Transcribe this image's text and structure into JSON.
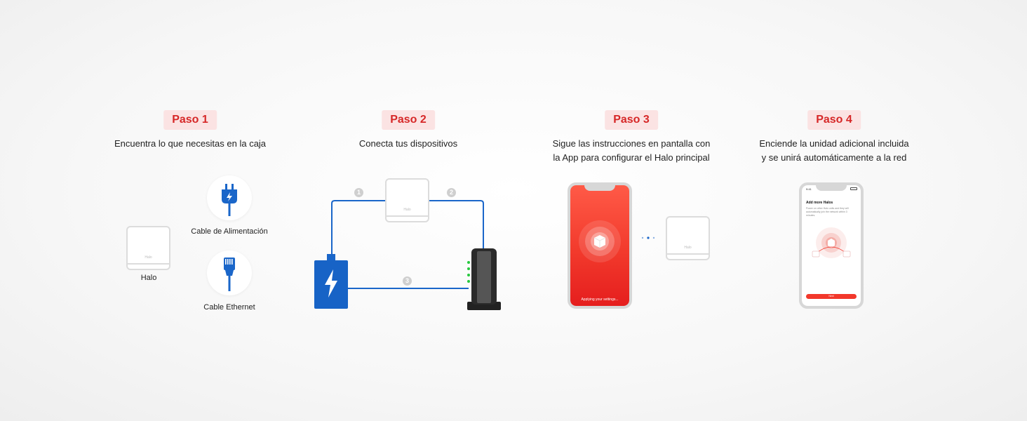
{
  "steps": [
    {
      "badge": "Paso 1",
      "desc_lines": [
        "Encuentra lo que necesitas en la caja"
      ]
    },
    {
      "badge": "Paso 2",
      "desc_lines": [
        "Conecta tus dispositivos"
      ]
    },
    {
      "badge": "Paso 3",
      "desc_lines": [
        "Sigue las instrucciones en pantalla con",
        "la App para configurar el Halo principal"
      ]
    },
    {
      "badge": "Paso 4",
      "desc_lines": [
        "Enciende la unidad adicional incluida",
        "y se unirá automáticamente a la red"
      ]
    }
  ],
  "step1": {
    "halo_label": "Halo",
    "power_cable_label": "Cable de Alimentación",
    "ethernet_cable_label": "Cable Ethernet",
    "device_tiny": "Halo"
  },
  "step2": {
    "connection_numbers": [
      "1",
      "2",
      "3"
    ],
    "device_tiny": "Halo"
  },
  "step3": {
    "app_status": "Applying your settings...",
    "device_tiny": "Halo"
  },
  "step4": {
    "status_time": "9:41",
    "screen_title": "Add more Halos",
    "screen_body": "Power on other Halo units and they will automatically join the network within 3 minutes.",
    "next_button": "Next"
  },
  "colors": {
    "accent": "#d62828",
    "badge_bg": "#fbe3e3",
    "cable_blue": "#1a66c9",
    "line": "#dcdcdc",
    "app_red": "#f2382b",
    "led_green": "#27c93f"
  }
}
